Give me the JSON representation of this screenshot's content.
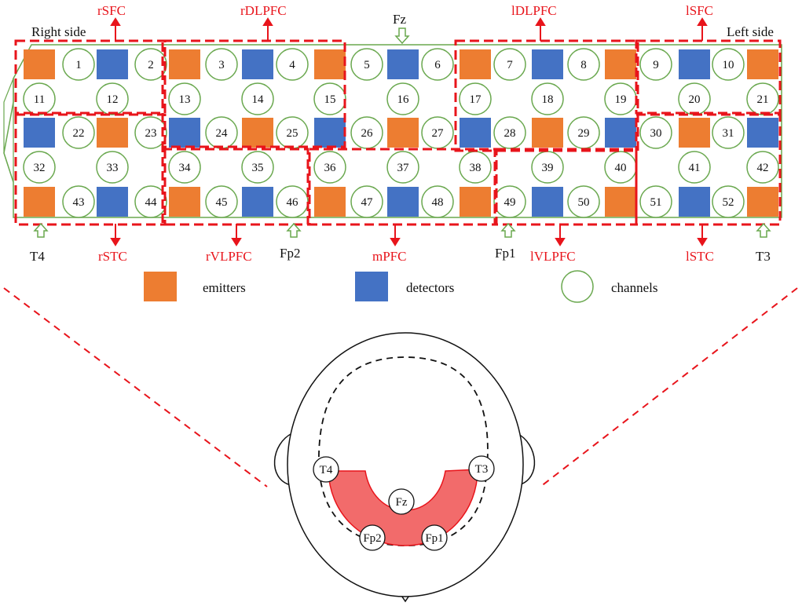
{
  "colors": {
    "emitter": "#ed7d31",
    "detector": "#4472c4",
    "channel_stroke": "#6aa84f",
    "region_box": "#e8141b",
    "region_label": "#e8141b",
    "fnirs_patch": "#f26b6b"
  },
  "sides": {
    "right": "Right side",
    "left": "Left side"
  },
  "regions": [
    "rSFC",
    "rDLPFC",
    "lDLPFC",
    "lSFC",
    "rSTC",
    "rVLPFC",
    "mPFC",
    "lVLPFC",
    "lSTC"
  ],
  "references": [
    "Fz",
    "T4",
    "Fp2",
    "Fp1",
    "T3"
  ],
  "channels": [
    "1",
    "2",
    "3",
    "4",
    "5",
    "6",
    "7",
    "8",
    "9",
    "10",
    "11",
    "12",
    "13",
    "14",
    "15",
    "16",
    "17",
    "18",
    "19",
    "20",
    "21",
    "22",
    "23",
    "24",
    "25",
    "26",
    "27",
    "28",
    "29",
    "30",
    "31",
    "32",
    "33",
    "34",
    "35",
    "36",
    "37",
    "38",
    "39",
    "40",
    "41",
    "42",
    "43",
    "44",
    "45",
    "46",
    "47",
    "48",
    "49",
    "50",
    "51",
    "52"
  ],
  "legend": {
    "emitters": "emitters",
    "detectors": "detectors",
    "channels": "channels"
  },
  "head_labels": [
    "T4",
    "T3",
    "Fz",
    "Fp2",
    "Fp1"
  ]
}
